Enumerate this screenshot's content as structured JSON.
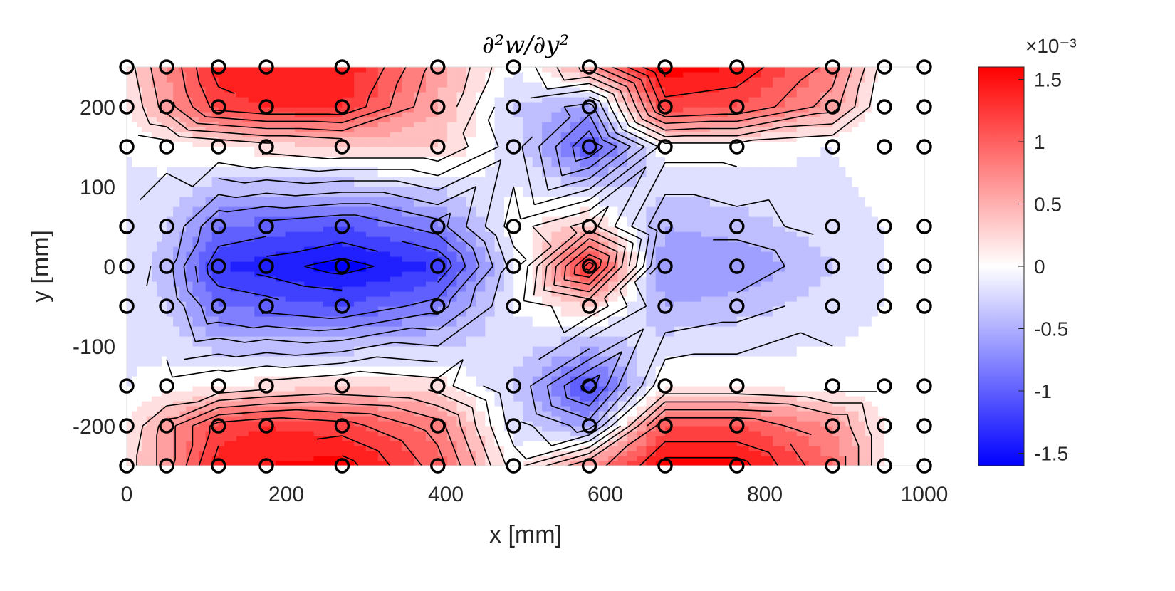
{
  "chart_data": {
    "type": "heatmap",
    "subtype": "filled-contour",
    "title": "∂²w/∂y²",
    "xlabel": "x [mm]",
    "ylabel": "y [mm]",
    "xlim": [
      0,
      1000
    ],
    "ylim": [
      -250,
      250
    ],
    "xticks": [
      0,
      200,
      400,
      600,
      800,
      1000
    ],
    "yticks": [
      -200,
      -100,
      0,
      100,
      200
    ],
    "grid": false,
    "colormap": {
      "name": "blue-white-red",
      "low_color": "#0000ff",
      "mid_color": "#ffffff",
      "high_color": "#ff0000",
      "clim": [
        -0.0016,
        0.0016
      ],
      "scale_label": "×10⁻³",
      "ticks": [
        -1.5,
        -1,
        -0.5,
        0,
        0.5,
        1,
        1.5
      ],
      "tick_labels": [
        "-1.5",
        "-1",
        "-0.5",
        "0",
        "0.5",
        "1",
        "1.5"
      ]
    },
    "measurement_points": {
      "x": [
        0,
        50,
        115,
        175,
        270,
        390,
        485,
        580,
        675,
        765,
        885,
        950,
        1000
      ],
      "y": [
        -250,
        -200,
        -150,
        -50,
        0,
        50,
        150,
        200,
        250
      ]
    },
    "value_grid_units": "1e-3",
    "value_grid": [
      [
        0.2,
        0.6,
        1.4,
        1.5,
        1.6,
        1.0,
        0.0,
        0.7,
        1.6,
        1.6,
        0.9,
        0.1,
        0.0
      ],
      [
        0.1,
        0.6,
        1.2,
        1.3,
        1.2,
        0.8,
        -0.2,
        -0.6,
        1.1,
        1.1,
        0.7,
        0.1,
        0.0
      ],
      [
        -0.1,
        0.0,
        0.1,
        0.2,
        0.3,
        0.2,
        -0.3,
        -1.2,
        0.1,
        0.1,
        0.0,
        0.0,
        0.0
      ],
      [
        -0.2,
        -0.3,
        -0.9,
        -1.0,
        -1.1,
        -0.8,
        -0.1,
        0.3,
        -0.5,
        -0.4,
        -0.2,
        -0.1,
        0.0
      ],
      [
        -0.15,
        -0.4,
        -1.3,
        -1.4,
        -1.6,
        -1.3,
        -0.2,
        1.4,
        -0.7,
        -0.7,
        -0.3,
        -0.1,
        0.0
      ],
      [
        -0.15,
        -0.3,
        -0.9,
        -1.0,
        -1.1,
        -0.8,
        0.0,
        0.4,
        -0.5,
        -0.4,
        -0.2,
        -0.1,
        0.0
      ],
      [
        -0.1,
        0.0,
        0.1,
        0.2,
        0.3,
        0.3,
        -0.2,
        -1.1,
        0.0,
        0.0,
        -0.1,
        0.0,
        0.0
      ],
      [
        0.1,
        0.6,
        1.2,
        1.3,
        1.3,
        0.5,
        -0.3,
        -0.6,
        1.2,
        1.1,
        0.6,
        -0.1,
        -0.1
      ],
      [
        0.2,
        0.7,
        1.4,
        1.5,
        1.5,
        0.6,
        -0.1,
        0.6,
        1.6,
        1.5,
        0.8,
        0.0,
        -0.1
      ]
    ]
  }
}
